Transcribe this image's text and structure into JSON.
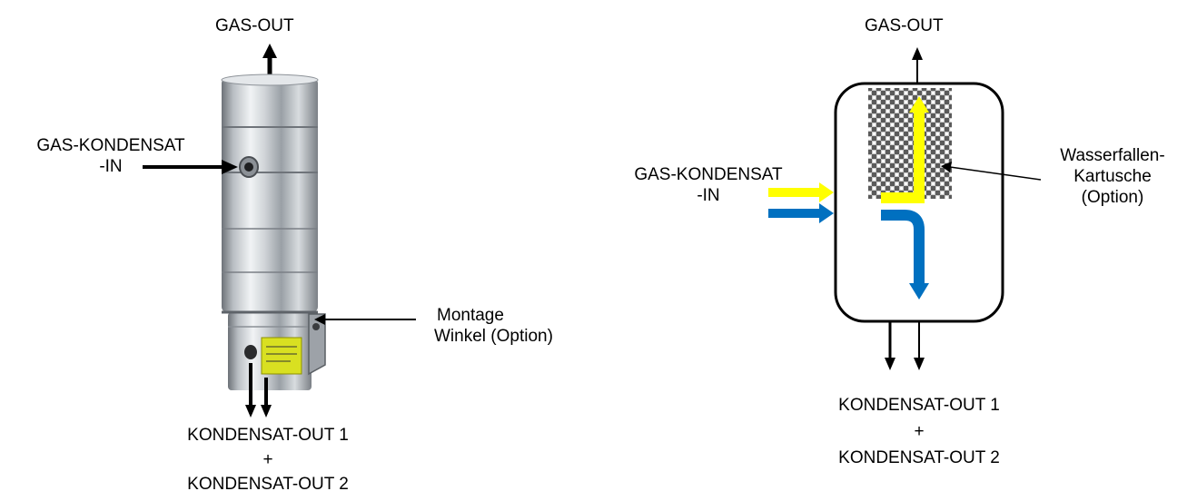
{
  "left_figure": {
    "gas_out": "GAS-OUT",
    "gas_in_line1": "GAS-KONDENSAT",
    "gas_in_line2": "-IN",
    "mount_line1": "Montage",
    "mount_line2": "Winkel (Option)",
    "out_line1": "KONDENSAT-OUT 1",
    "out_plus": "+",
    "out_line2": "KONDENSAT-OUT 2"
  },
  "right_figure": {
    "gas_out": "GAS-OUT",
    "gas_in_line1": "GAS-KONDENSAT",
    "gas_in_line2": "-IN",
    "cartridge_line1": "Wasserfallen-",
    "cartridge_line2": "Kartusche",
    "cartridge_line3": "(Option)",
    "out_line1": "KONDENSAT-OUT 1",
    "out_plus": "+",
    "out_line2": "KONDENSAT-OUT 2"
  },
  "colors": {
    "gas_flow": "#ffff00",
    "condensate_flow": "#0070c0",
    "outline": "#000000"
  }
}
